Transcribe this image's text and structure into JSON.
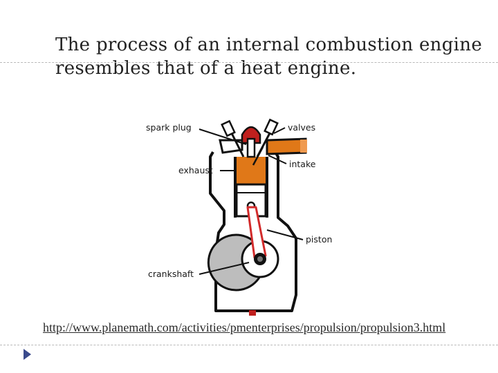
{
  "slide": {
    "title": "The process of an internal combustion engine resembles that of a heat engine.",
    "source_url": "http://www.planemath.com/activities/pmenterprises/propulsion/propulsion3.html"
  },
  "diagram": {
    "labels": {
      "spark_plug": "spark plug",
      "valves": "valves",
      "exhaust": "exhaust",
      "intake": "intake",
      "piston": "piston",
      "crankshaft": "crankshaft"
    },
    "colors": {
      "spark": "#c0201e",
      "fuel_charge": "#e07818",
      "intake_flow": "#f09a50",
      "outline": "#111111",
      "crank_wheel": "#bdbdbd"
    }
  },
  "bullet": {
    "icon": "triangle-bullet-icon",
    "color": "#3a4a8c"
  }
}
